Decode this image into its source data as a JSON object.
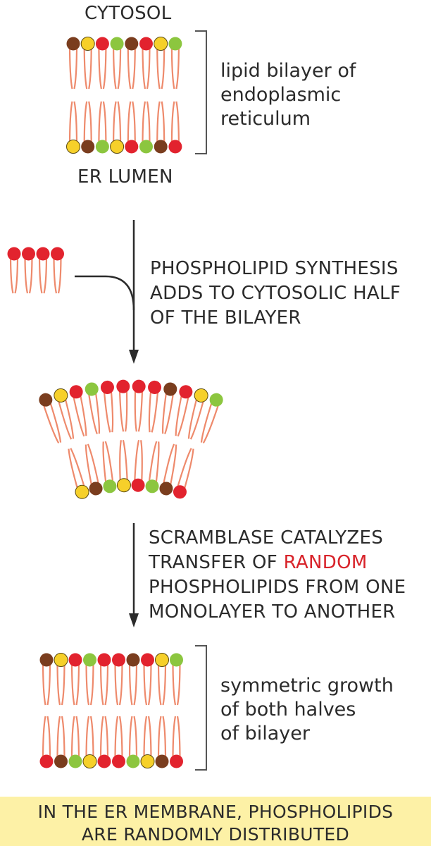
{
  "labels": {
    "cytosol": "CYTOSOL",
    "er_lumen": "ER LUMEN",
    "lipid_bilayer": [
      "lipid bilayer of",
      "endoplasmic",
      "reticulum"
    ],
    "synthesis": [
      "PHOSPHOLIPID SYNTHESIS",
      "ADDS TO CYTOSOLIC HALF",
      "OF THE BILAYER"
    ],
    "scramblase": {
      "line1": "SCRAMBLASE CATALYZES",
      "line2_prefix": "TRANSFER OF ",
      "line2_highlight": "RANDOM",
      "line3": "PHOSPHOLIPIDS FROM ONE",
      "line4": "MONOLAYER TO ANOTHER"
    },
    "symmetric": [
      "symmetric growth",
      "of both halves",
      "of bilayer"
    ],
    "conclusion": [
      "IN THE ER MEMBRANE, PHOSPHOLIPIDS",
      "ARE RANDOMLY DISTRIBUTED"
    ]
  },
  "colors": {
    "red": "#e2232e",
    "brown": "#7a3d1e",
    "yellow": "#f6d02a",
    "green": "#8cc63f",
    "tail": "#ee8a6c",
    "arrow": "#2b2b2b",
    "highlight_text": "#d8232a",
    "banner_bg": "#fdf1a6"
  },
  "bilayers": {
    "initial": {
      "top": [
        "brown",
        "yellow",
        "red",
        "green",
        "brown",
        "red",
        "yellow",
        "green"
      ],
      "bottom": [
        "yellow",
        "brown",
        "green",
        "yellow",
        "red",
        "green",
        "brown",
        "red"
      ]
    },
    "new_lipids": [
      "red",
      "red",
      "red",
      "red"
    ],
    "curved": {
      "top": [
        "brown",
        "yellow",
        "red",
        "green",
        "red",
        "red",
        "red",
        "red",
        "brown",
        "red",
        "yellow",
        "green"
      ],
      "bottom": [
        "yellow",
        "brown",
        "green",
        "yellow",
        "red",
        "green",
        "brown",
        "red"
      ]
    },
    "final": {
      "top": [
        "brown",
        "yellow",
        "red",
        "green",
        "red",
        "red",
        "brown",
        "red",
        "yellow",
        "green"
      ],
      "bottom": [
        "red",
        "brown",
        "green",
        "yellow",
        "red",
        "red",
        "green",
        "yellow",
        "brown",
        "red"
      ]
    }
  }
}
